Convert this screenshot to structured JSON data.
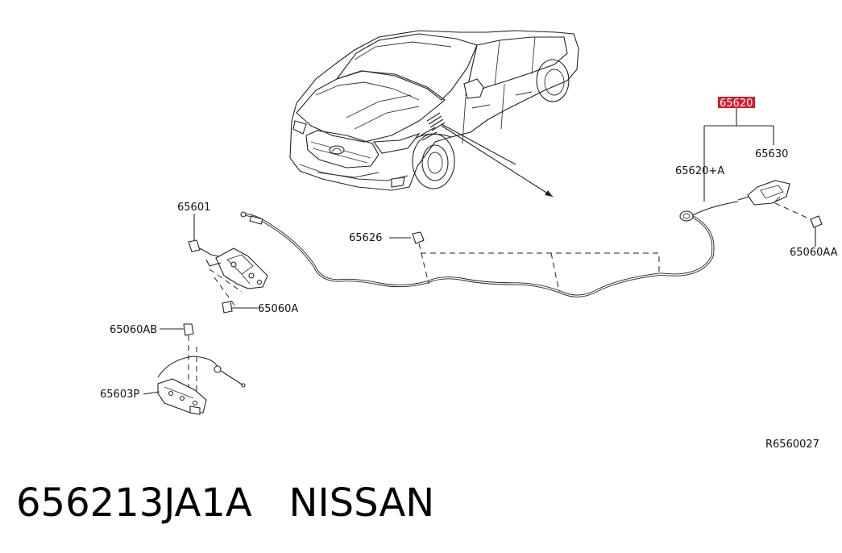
{
  "diagram": {
    "highlight_color": "#d81b2c",
    "labels": {
      "assembly": "65620",
      "cable_assembly": "65620+A",
      "handle": "65630",
      "bolt_aa": "65060AA",
      "clip": "65626",
      "lock": "65601",
      "bolt_a": "65060A",
      "bolt_ab": "65060AB",
      "lock_lower": "65603P"
    },
    "reference_code": "R6560027"
  },
  "caption": {
    "part_number": "656213JA1A",
    "brand": "NISSAN"
  }
}
